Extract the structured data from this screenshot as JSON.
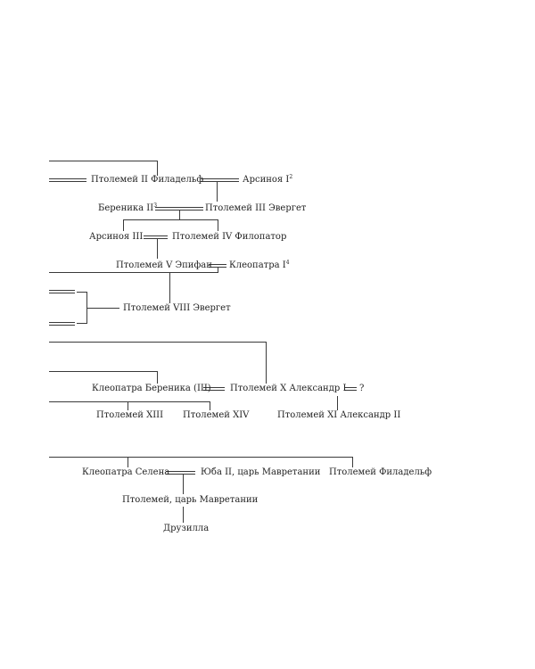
{
  "people": {
    "ptolemy_2": "Птолемей II Филадельф",
    "arsinoe_1": "Арсиноя I",
    "arsinoe_1_note": "2",
    "berenice_2": "Береника II",
    "berenice_2_note": "3",
    "ptolemy_3": "Птолемей III Эвергет",
    "arsinoe_3": "Арсиноя III",
    "ptolemy_4": "Птолемей IV Филопатор",
    "ptolemy_5": "Птолемей V Эпифан",
    "cleopatra_1": "Клеопатра I",
    "cleopatra_1_note": "4",
    "ptolemy_8": "Птолемей VIII Эвергет",
    "cleopatra_berenice": "Клеопатра Береника (III)",
    "ptolemy_10": "Птолемей X Александр I",
    "unknown_spouse": "?",
    "ptolemy_13": "Птолемей XIII",
    "ptolemy_14": "Птолемей XIV",
    "ptolemy_11": "Птолемей XI Александр II",
    "cleopatra_selene": "Клеопатра Селена",
    "juba_2": "Юба II, царь Мавретании",
    "ptolemy_philadelphus": "Птолемей Филадельф",
    "ptolemy_mauretania": "Птолемей, царь Мавретании",
    "drusilla": "Друзилла"
  }
}
